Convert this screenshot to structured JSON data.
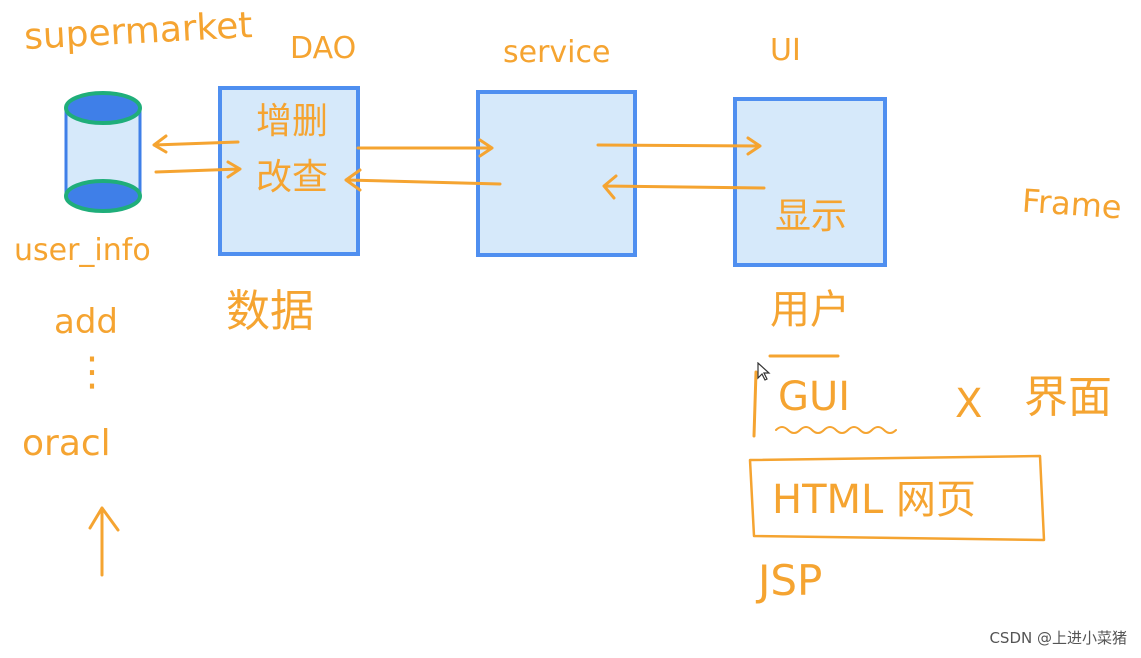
{
  "labels": {
    "supermarket": "supermarket",
    "dao": "DAO",
    "service": "service",
    "ui": "UI",
    "frame": "Frame",
    "user_info": "user_info",
    "add": "add",
    "dots": "⋮",
    "oracl": "oracl",
    "crud_line1": "增删",
    "crud_line2": "改查",
    "data": "数据",
    "display": "显示",
    "user": "用户",
    "gui": "GUI",
    "cross": "X",
    "interface": "界面",
    "html_webpage": "HTML 网页",
    "jsp": "JSP"
  },
  "watermark": "CSDN @上进小菜猪",
  "colors": {
    "ink": "#f5a431",
    "box_fill": "#d6e9fa",
    "box_border": "#4f8ff0",
    "db_top": "#3f7fe8",
    "db_rim": "#1fae7a"
  },
  "icons": {
    "database": "cylinder-icon",
    "cursor": "mouse-pointer-icon",
    "arrow_up": "up-arrow-icon"
  }
}
